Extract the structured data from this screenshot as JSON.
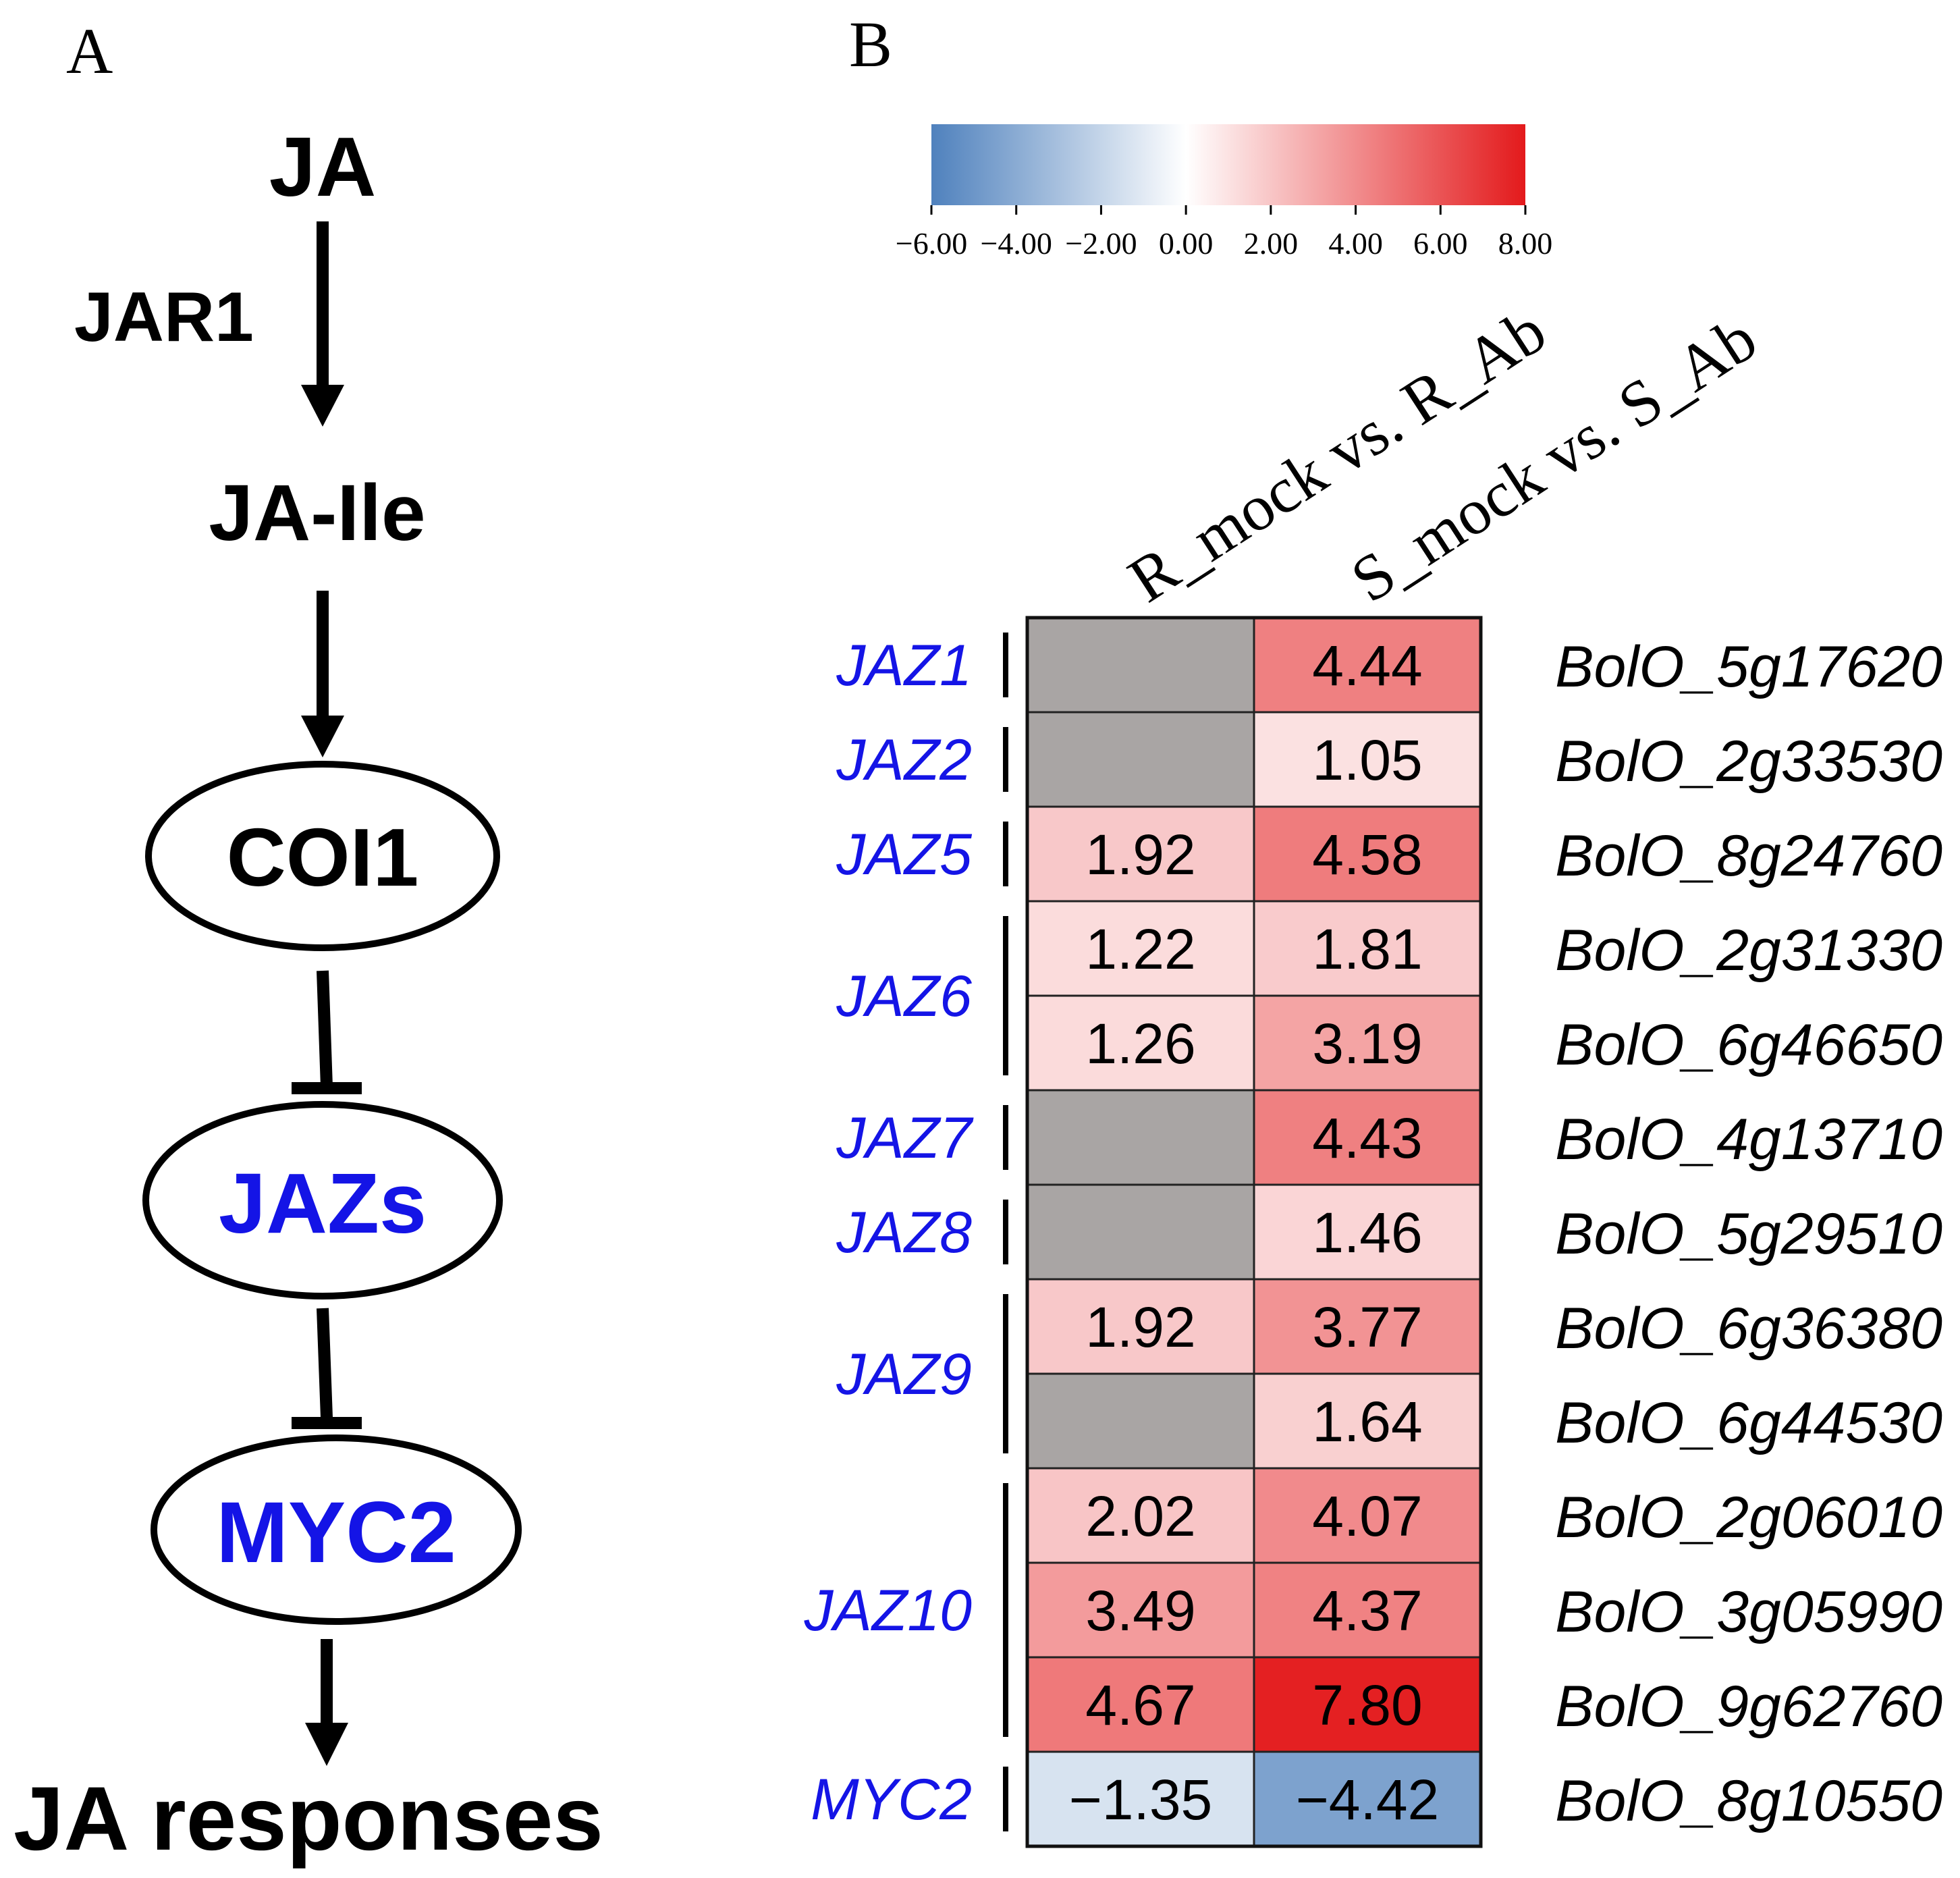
{
  "panel_a": {
    "label": "A",
    "nodes": {
      "ja": "JA",
      "jar1": "JAR1",
      "ja_ile": "JA-Ile",
      "coi1": "COI1",
      "jazs": "JAZs",
      "myc2": "MYC2",
      "responses": "JA responses"
    }
  },
  "panel_b": {
    "label": "B",
    "colorbar": {
      "min": -6,
      "max": 8,
      "colors": {
        "low": "#4f81bd",
        "mid": "#ffffff",
        "high": "#e31a1c"
      },
      "ticks": [
        "−6.00",
        "−4.00",
        "−2.00",
        "0.00",
        "2.00",
        "4.00",
        "6.00",
        "8.00"
      ],
      "tick_values": [
        -6,
        -4,
        -2,
        0,
        2,
        4,
        6,
        8
      ]
    },
    "columns": [
      "R_mock vs. R_Ab",
      "S_mock vs. S_Ab"
    ],
    "missing_color": "#a9a5a4",
    "rows": [
      {
        "gene": "BolO_5g17620",
        "values": [
          null,
          4.44
        ]
      },
      {
        "gene": "BolO_2g33530",
        "values": [
          null,
          1.05
        ]
      },
      {
        "gene": "BolO_8g24760",
        "values": [
          1.92,
          4.58
        ]
      },
      {
        "gene": "BolO_2g31330",
        "values": [
          1.22,
          1.81
        ]
      },
      {
        "gene": "BolO_6g46650",
        "values": [
          1.26,
          3.19
        ]
      },
      {
        "gene": "BolO_4g13710",
        "values": [
          null,
          4.43
        ]
      },
      {
        "gene": "BolO_5g29510",
        "values": [
          null,
          1.46
        ]
      },
      {
        "gene": "BolO_6g36380",
        "values": [
          1.92,
          3.77
        ]
      },
      {
        "gene": "BolO_6g44530",
        "values": [
          null,
          1.64
        ]
      },
      {
        "gene": "BolO_2g06010",
        "values": [
          2.02,
          4.07
        ]
      },
      {
        "gene": "BolO_3g05990",
        "values": [
          3.49,
          4.37
        ]
      },
      {
        "gene": "BolO_9g62760",
        "values": [
          4.67,
          7.8
        ]
      },
      {
        "gene": "BolO_8g10550",
        "values": [
          -1.35,
          -4.42
        ]
      }
    ],
    "groups": [
      {
        "name": "JAZ1",
        "start": 0,
        "end": 0
      },
      {
        "name": "JAZ2",
        "start": 1,
        "end": 1
      },
      {
        "name": "JAZ5",
        "start": 2,
        "end": 2
      },
      {
        "name": "JAZ6",
        "start": 3,
        "end": 4
      },
      {
        "name": "JAZ7",
        "start": 5,
        "end": 5
      },
      {
        "name": "JAZ8",
        "start": 6,
        "end": 6
      },
      {
        "name": "JAZ9",
        "start": 7,
        "end": 8
      },
      {
        "name": "JAZ10",
        "start": 9,
        "end": 11
      },
      {
        "name": "MYC2",
        "start": 12,
        "end": 12
      }
    ],
    "group_label_color": "#1414e6"
  }
}
